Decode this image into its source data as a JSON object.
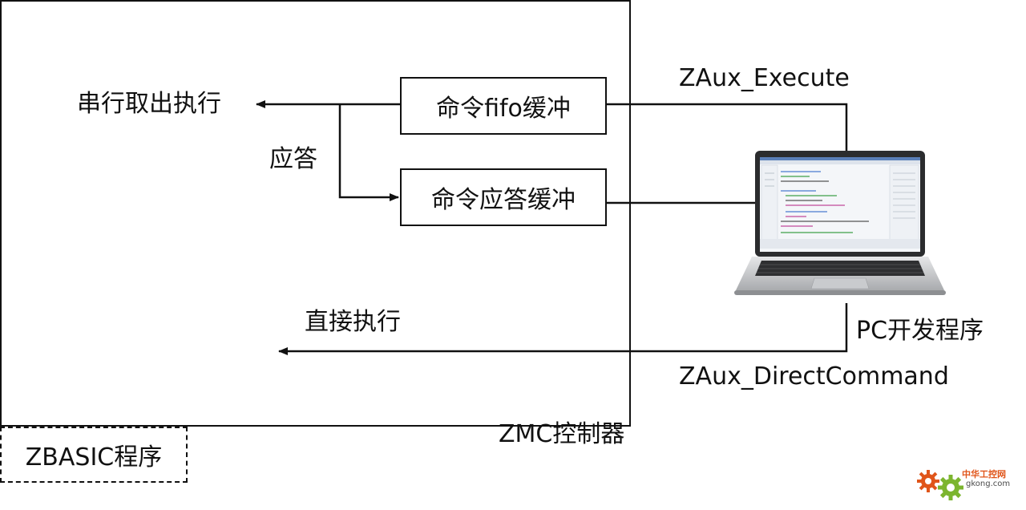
{
  "nodes": {
    "serial_exec": "串行取出执行",
    "reply": "应答",
    "fifo_buffer": "命令fifo缓冲",
    "reply_buffer": "命令应答缓冲",
    "direct_exec": "直接执行",
    "zbasic": "ZBASIC程序",
    "controller": "ZMC控制器",
    "pc": "PC开发程序"
  },
  "functions": {
    "execute": "ZAux_Execute",
    "direct_command": "ZAux_DirectCommand"
  },
  "watermark": {
    "site_cn": "中华工控网",
    "url": "gkong.com"
  },
  "colors": {
    "line": "#111111",
    "watermark_orange": "#e0551a",
    "watermark_green": "#7cb52f"
  }
}
